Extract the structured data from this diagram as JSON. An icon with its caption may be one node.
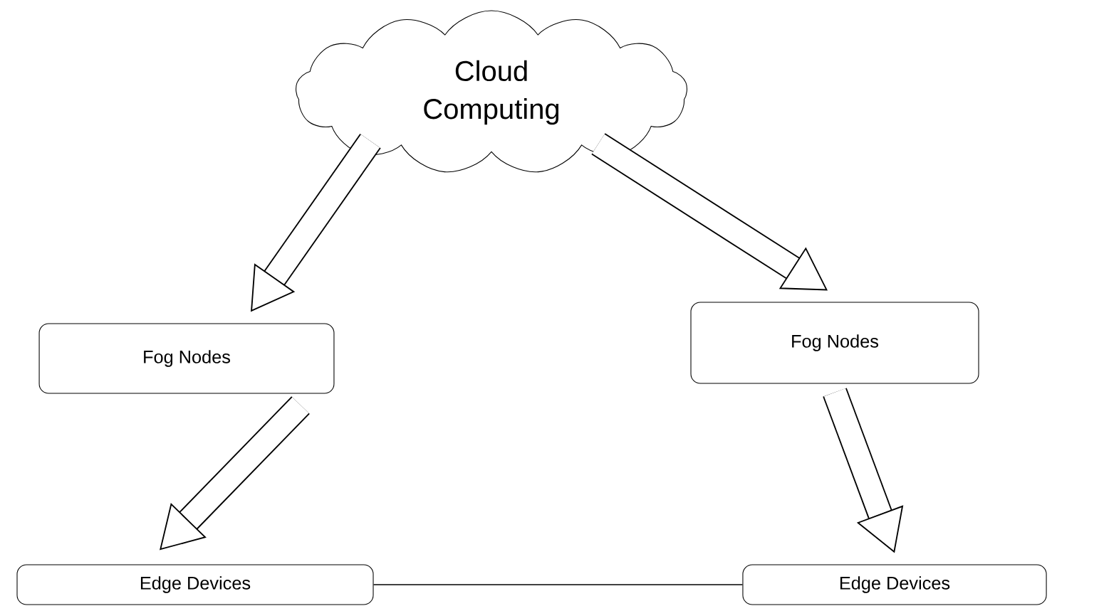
{
  "diagram": {
    "nodes": [
      {
        "text": [
          "Cloud Computing"
        ]
      },
      {
        "text": [
          "Fog Nodes"
        ]
      },
      {
        "text": [
          "Fog Nodes"
        ]
      },
      {
        "text": [
          "Edge Devices"
        ]
      },
      {
        "text": [
          "Edge Devices"
        ]
      }
    ],
    "edges": [
      {
        "from": 0,
        "to": 1,
        "arrow": "to"
      },
      {
        "from": 0,
        "to": 2,
        "arrow": "to"
      },
      {
        "from": 1,
        "to": 3,
        "arrow": "to"
      },
      {
        "from": 2,
        "to": 4,
        "arrow": "to"
      },
      {
        "from": 3,
        "to": 4,
        "arrow": "none"
      }
    ]
  }
}
